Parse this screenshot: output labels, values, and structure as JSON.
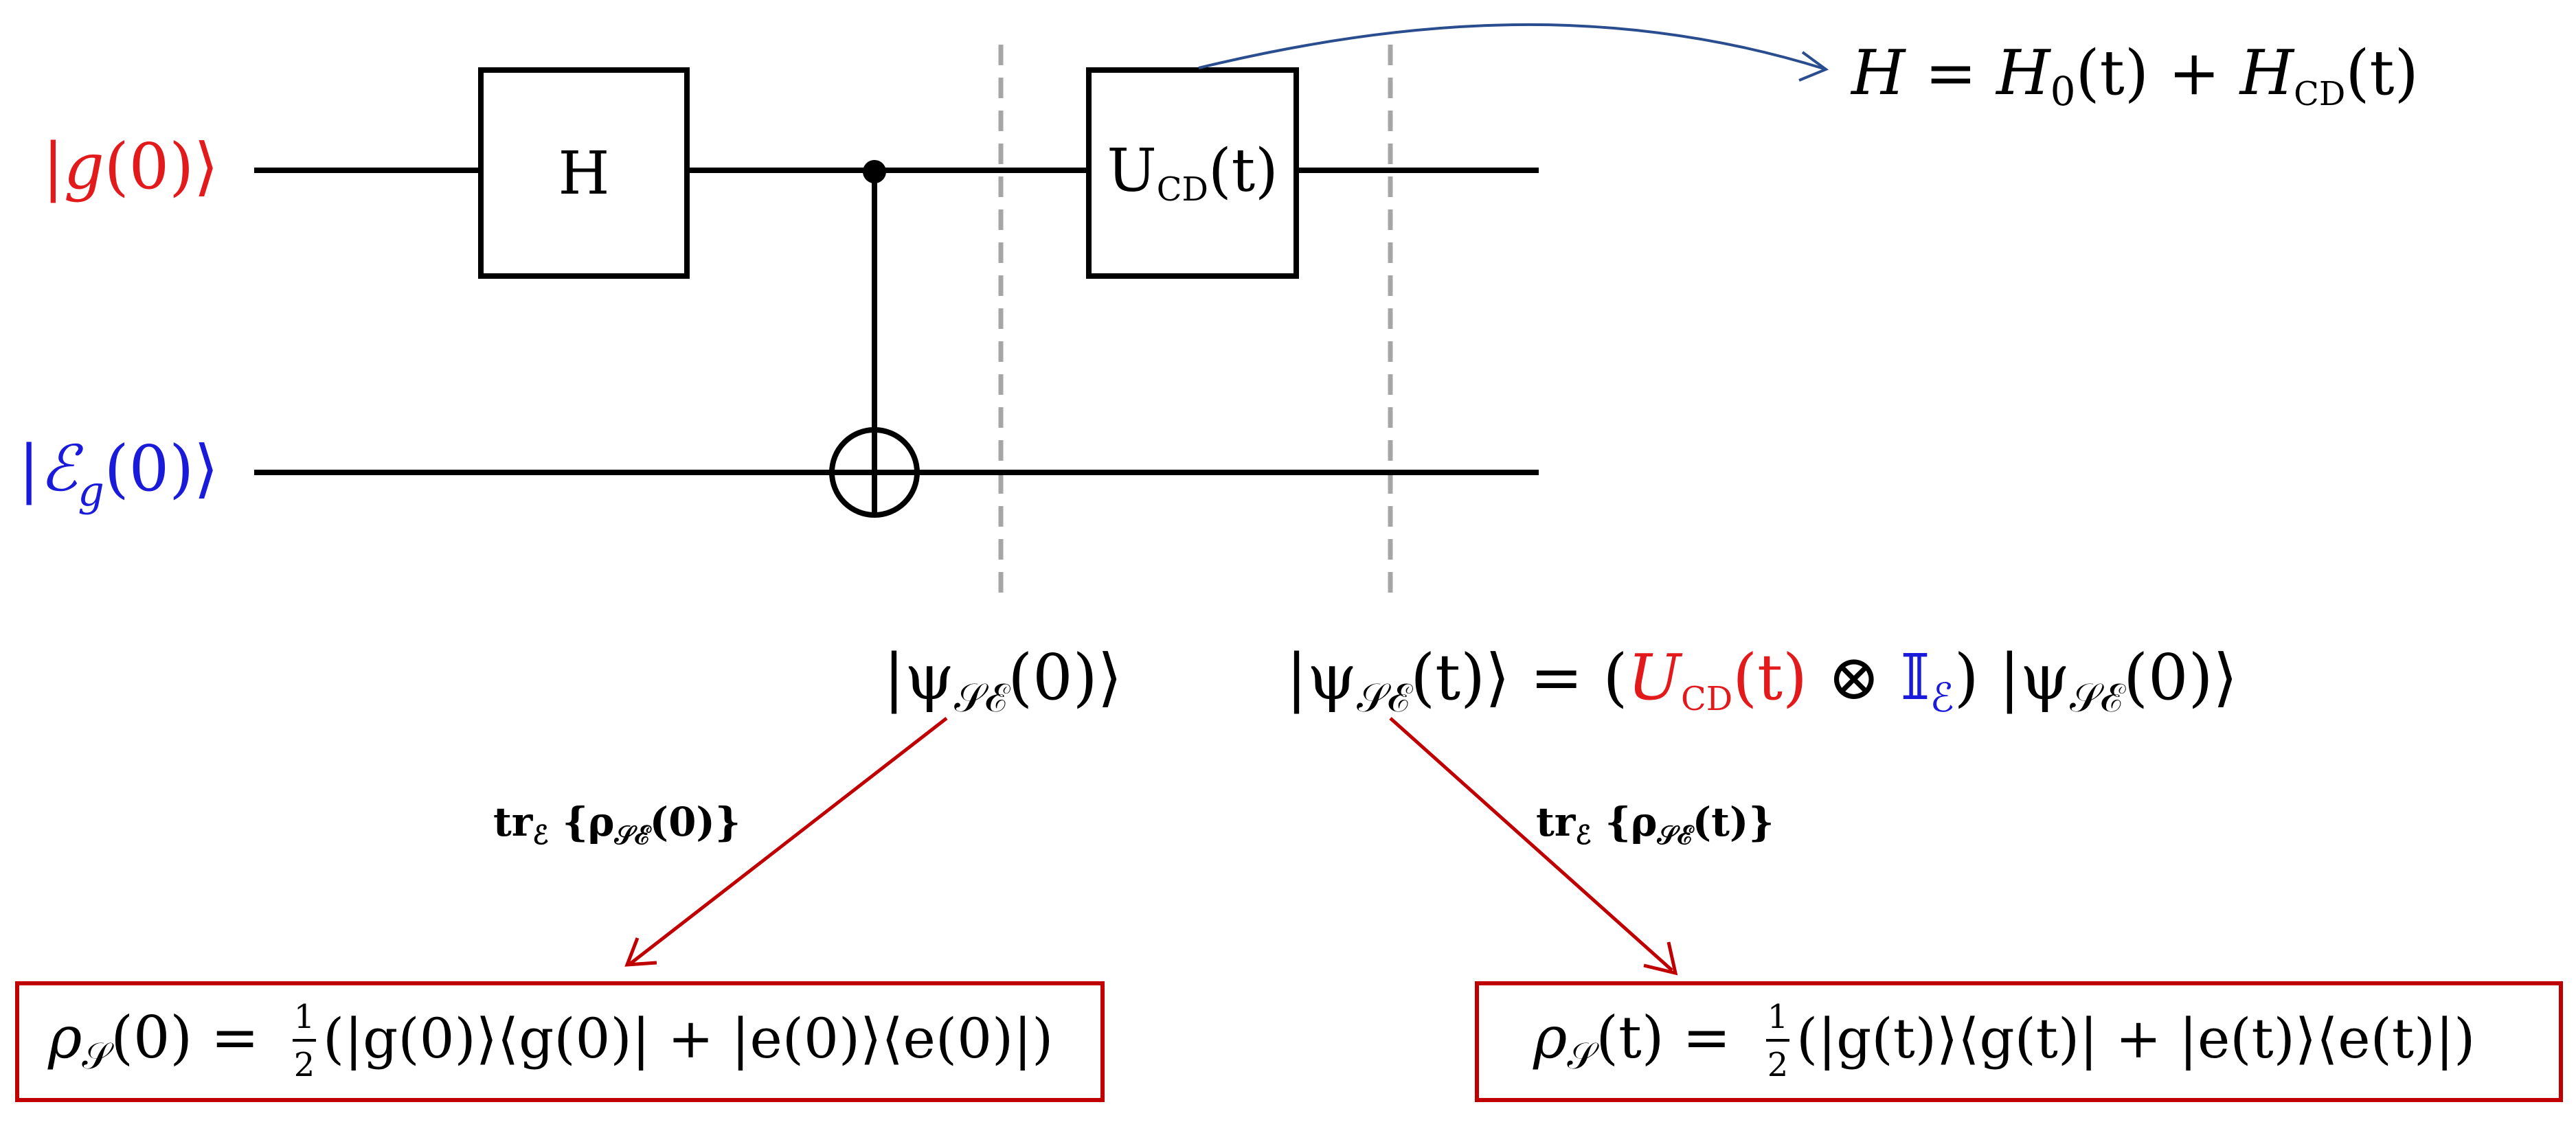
{
  "colors": {
    "wire": "#000000",
    "barrier": "#a6a6a6",
    "system": "#e31a1c",
    "environment": "#1a1adb",
    "trace_arrow": "#c00000",
    "hamiltonian_arrow": "#2a4d8f",
    "result_box": "#c00000"
  },
  "circuit": {
    "qubit_system_label": {
      "open": "|",
      "symbol": "g",
      "arg": "(0)",
      "close": "⟩"
    },
    "qubit_env_label": {
      "open": "|",
      "symbol": "ℰ",
      "sub": "g",
      "arg": "(0)",
      "close": "⟩"
    },
    "hadamard_gate": "H",
    "evolution_gate": {
      "symbol": "U",
      "sub": "CD",
      "arg": "(t)"
    }
  },
  "hamiltonian": {
    "lhs": "H",
    "eq": " = ",
    "h0": "H",
    "h0_sub": "0",
    "h0_arg": "(t)",
    "plus": " + ",
    "hcd": "H",
    "hcd_sub": "CD",
    "hcd_arg": "(t)"
  },
  "states": {
    "initial": {
      "open": "|ψ",
      "sub": "𝒮ℰ",
      "arg": "(0)",
      "close": "⟩"
    },
    "evolved": {
      "open": "|ψ",
      "sub": "𝒮ℰ",
      "arg": "(t)",
      "close": "⟩",
      "eq": " = (",
      "u": "U",
      "u_sub": "CD",
      "u_arg": "(t)",
      "otimes": " ⊗ ",
      "identity": "𝕀",
      "identity_sub": "ℰ",
      "close_paren": ")",
      "rhs_open": " |ψ",
      "rhs_sub": "𝒮ℰ",
      "rhs_arg": "(0)",
      "rhs_close": "⟩"
    }
  },
  "traces": {
    "left": {
      "op": "tr",
      "sub": "ℰ",
      "body_open": " {ρ",
      "body_sub": "𝒮ℰ",
      "body_arg": "(0)",
      "body_close": "}"
    },
    "right": {
      "op": "tr",
      "sub": "ℰ",
      "body_open": " {ρ",
      "body_sub": "𝒮ℰ",
      "body_arg": "(t)",
      "body_close": "}"
    }
  },
  "reduced_states": {
    "initial": {
      "rho": "ρ",
      "rho_sub": "𝒮",
      "rho_arg": "(0) = ",
      "frac_num": "1",
      "frac_den": "2",
      "body": " (|g(0)⟩⟨g(0)| + |e(0)⟩⟨e(0)|)"
    },
    "evolved": {
      "rho": "ρ",
      "rho_sub": "𝒮",
      "rho_arg": "(t) = ",
      "frac_num": "1",
      "frac_den": "2",
      "body": " (|g(t)⟩⟨g(t)| + |e(t)⟩⟨e(t)|)"
    }
  }
}
